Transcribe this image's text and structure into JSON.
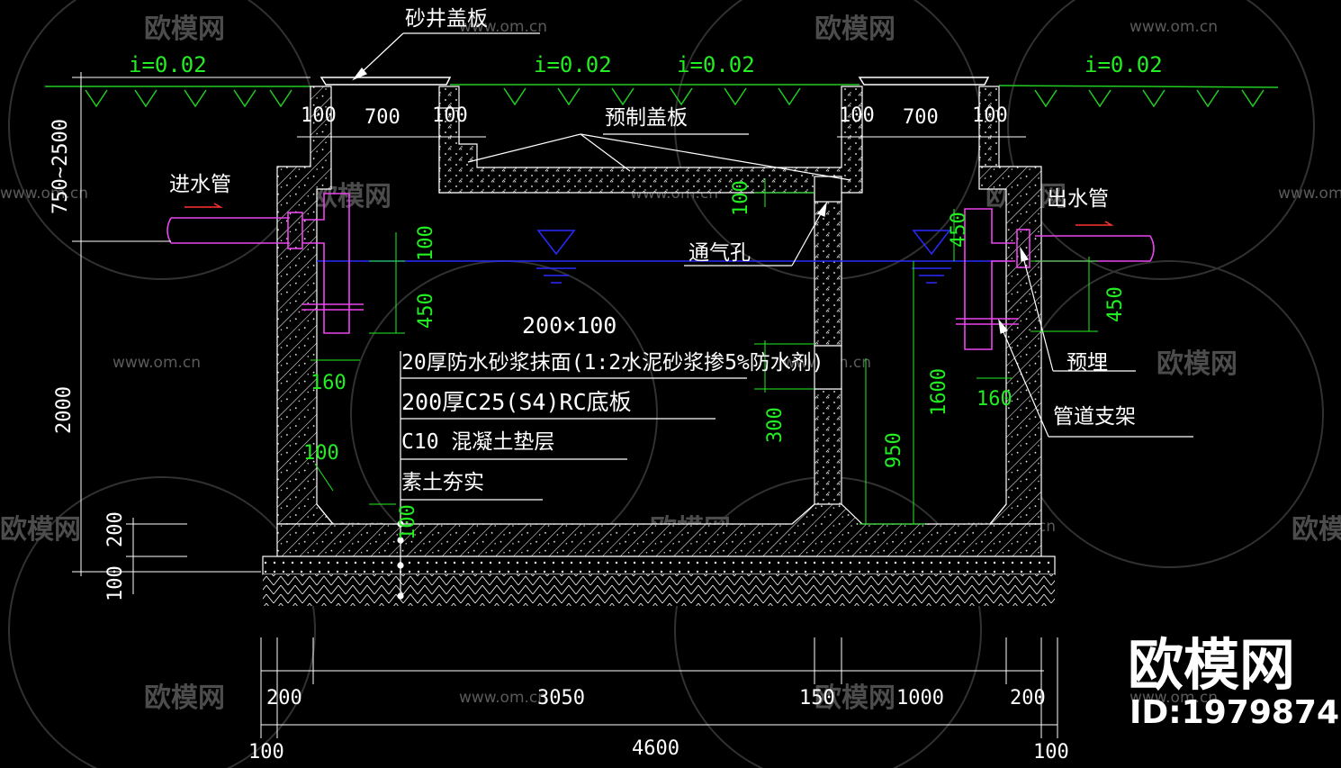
{
  "colors": {
    "background": "#000000",
    "line": "#ffffff",
    "ground": "#22cc22",
    "dimension": "#22ee22",
    "pipe": "#ee44ee",
    "water": "#2a2aff",
    "arrow_red": "#ff3333",
    "watermark": "#6a6a6a"
  },
  "labels": {
    "sand_well_cover": "砂井盖板",
    "precast_cover": "预制盖板",
    "inlet_pipe": "进水管",
    "outlet_pipe": "出水管",
    "vent_hole": "通气孔",
    "embedded": "预埋",
    "pipe_support": "管道支架",
    "vent_size": "200×100",
    "layer_1": "20厚防水砂浆抹面(1:2水泥砂浆掺5%防水剂)",
    "layer_2": "200厚C25(S4)RC底板",
    "layer_3": "C10 混凝土垫层",
    "layer_4": "素土夯实"
  },
  "slopes": [
    "i=0.02",
    "i=0.02",
    "i=0.02",
    "i=0.02"
  ],
  "dims": {
    "top_left_100a": "100",
    "top_left_700": "700",
    "top_left_100b": "100",
    "top_right_100a": "100",
    "top_right_700": "700",
    "top_right_100b": "100",
    "depth_range": "750~2500",
    "height_2000": "2000",
    "height_200": "200",
    "height_100": "100",
    "inlet_100": "100",
    "inlet_450": "450",
    "inlet_160": "160",
    "wall_100": "100",
    "floor_100": "100",
    "vent_100": "100",
    "vent_300": "300",
    "outlet_450_upper": "450",
    "outlet_450_lower": "450",
    "outlet_160": "160",
    "weir_950": "950",
    "weir_1600": "1600",
    "bottom_200_left": "200",
    "bottom_3050": "3050",
    "bottom_150": "150",
    "bottom_1000": "1000",
    "bottom_200_right": "200",
    "total_4600": "4600",
    "bottom_100_left": "100",
    "bottom_100_right": "100"
  },
  "watermark": {
    "brand": "欧模网",
    "url": "www.om.cn",
    "id": "ID:1979874"
  }
}
